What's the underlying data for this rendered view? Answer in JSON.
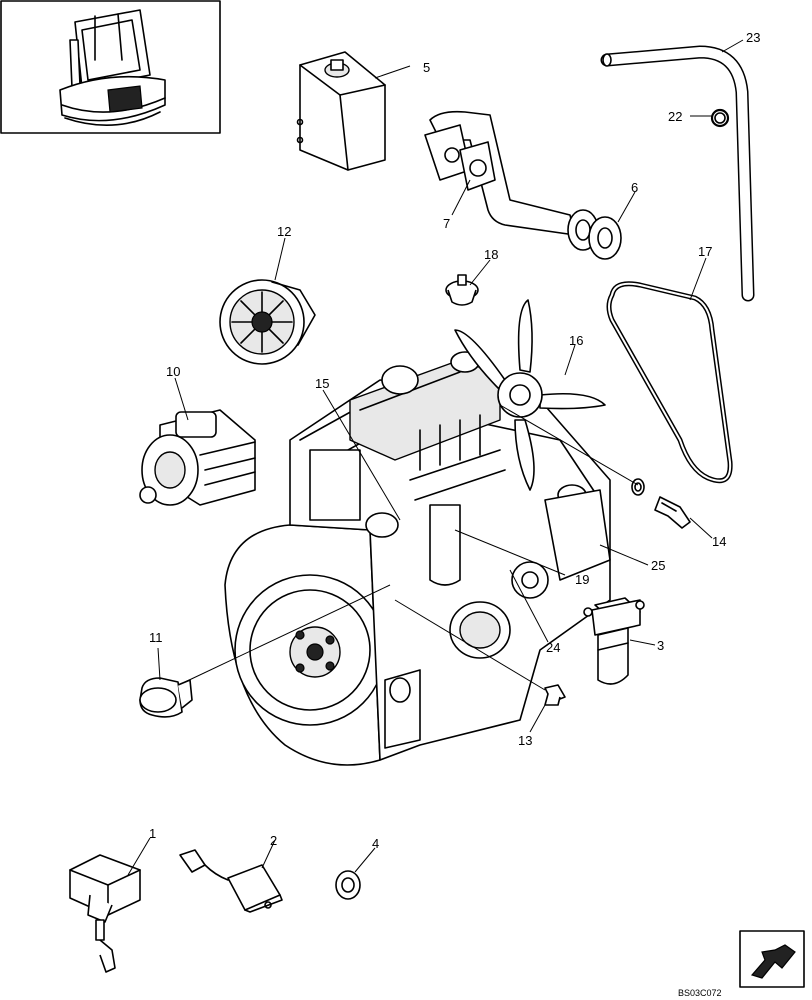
{
  "diagram_code": "BS03C072",
  "callouts": [
    "1",
    "2",
    "3",
    "4",
    "5",
    "6",
    "7",
    "10",
    "11",
    "12",
    "13",
    "14",
    "15",
    "16",
    "17",
    "18",
    "19",
    "22",
    "23",
    "24",
    "25"
  ],
  "icons": {
    "locator": "machine-locator-icon",
    "nav": "navigation-arrow-icon"
  }
}
